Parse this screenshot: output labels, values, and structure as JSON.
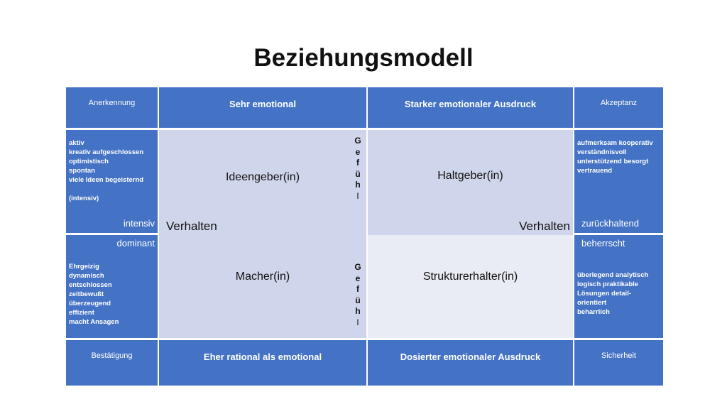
{
  "title": "Beziehungsmodell",
  "header": {
    "left": "Anerkennung",
    "mid_left": "Sehr emotional",
    "mid_right": "Starker emotionaler Ausdruck",
    "right": "Akzeptanz"
  },
  "left_top": {
    "items": [
      "aktiv",
      "kreativ    aufgeschlossen",
      "optimistisch",
      "spontan",
      "viele Ideen begeisternd",
      "",
      "(intensiv)"
    ],
    "corner": "intensiv"
  },
  "left_bottom": {
    "corner": "dominant",
    "items": [
      "Ehrgeizig",
      "dynamisch",
      "entschlossen",
      "zeitbewußt",
      "überzeugend",
      "effizient",
      "macht Ansagen"
    ]
  },
  "right_top": {
    "items": [
      "aufmerksam  kooperativ",
      "verständnisvoll",
      "unterstützend  besorgt",
      "vertrauend"
    ],
    "corner": "zurückhaltend"
  },
  "right_bottom": {
    "corner": "beherrscht",
    "items": [
      "überlegend analytisch",
      "logisch   praktikable",
      "Lösungen  detail-",
      "orientiert",
      "beharrlich"
    ]
  },
  "quadrants": {
    "top_left": "Ideengeber(in)",
    "top_right": "Haltgeber(in)",
    "bottom_left": "Macher(in)",
    "bottom_right": "Strukturerhalter(in)"
  },
  "verhalten_left": "Verhalten",
  "verhalten_right": "Verhalten",
  "gefuehl_letters": [
    "G",
    "e",
    "f",
    "ü",
    "h",
    "l"
  ],
  "footer": {
    "left": "Bestätigung",
    "mid_left": "Eher rational als emotional",
    "mid_right": "Dosierter emotionaler Ausdruck",
    "right": "Sicherheit"
  }
}
